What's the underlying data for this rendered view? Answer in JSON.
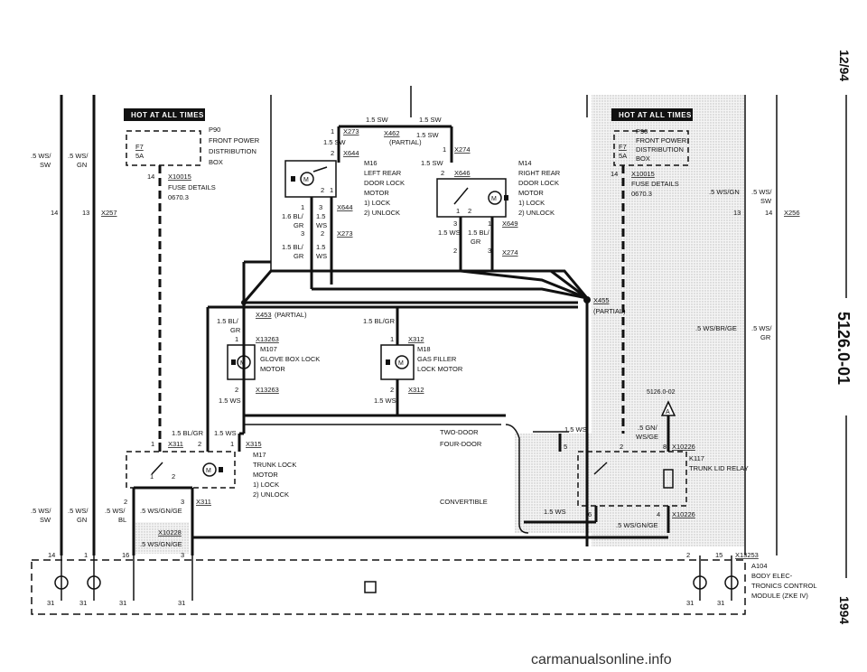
{
  "header": {
    "hot_left": "HOT AT ALL TIMES",
    "hot_right": "HOT AT ALL TIMES"
  },
  "side": {
    "date": "12/94",
    "page": "5126.0-01",
    "year": "1994"
  },
  "left_fuse": {
    "f7": "F7",
    "amp": "5A",
    "p90": "P90",
    "l1": "FRONT POWER",
    "l2": "DISTRIBUTION",
    "l3": "BOX",
    "pin": "14",
    "conn": "X10015",
    "fd": "FUSE DETAILS",
    "fdp": "0670.3"
  },
  "right_fuse": {
    "p90": "P90",
    "l1": "FRONT POWER",
    "l2": "DISTRIBUTION",
    "l3": "BOX",
    "f7": "F7",
    "amp": "5A",
    "pin": "14",
    "conn": "X10015",
    "fd": "FUSE DETAILS",
    "fdp": "0670.3"
  },
  "left_wires": {
    "w1a": ".5 WS/",
    "w1b": "SW",
    "w2a": ".5 WS/",
    "w2b": "GN",
    "p14": "14",
    "p13": "13",
    "conn": "X257"
  },
  "right_wires": {
    "w1": ".5 WS/GN",
    "w2a": ".5 WS/",
    "w2b": "SW",
    "p13": "13",
    "p14": "14",
    "conn": "X256"
  },
  "top": {
    "sw1": "1.5 SW",
    "sw2": "1.5 SW",
    "sw3": "1.5 SW",
    "sw4": "1.5 SW",
    "sw5": "1.5 SW",
    "x273": "X273",
    "x462": "X462",
    "partial": "(PARTIAL)",
    "p1": "1",
    "p2": "2",
    "p1b": "1",
    "p2b": "2",
    "x644": "X644",
    "x274": "X274",
    "x646": "X646"
  },
  "m16": {
    "name": "M16",
    "l1": "LEFT REAR",
    "l2": "DOOR LOCK",
    "l3": "MOTOR",
    "o1": "1)  LOCK",
    "o2": "2)  UNLOCK",
    "p1": "1",
    "p3": "3",
    "p2": "2",
    "p2b": "2",
    "p1b": "1",
    "c1": "X644",
    "c2": "X273",
    "w1a": "1.6 BL/",
    "w1b": "GR",
    "w2a": "1.5",
    "w2b": "WS",
    "w3a": "1.5 BL/",
    "w3b": "GR",
    "w4a": "1.5",
    "w4b": "WS"
  },
  "m14": {
    "name": "M14",
    "l1": "RIGHT REAR",
    "l2": "DOOR LOCK",
    "l3": "MOTOR",
    "o1": "1)  LOCK",
    "o2": "2)  UNLOCK",
    "p1": "1",
    "p2": "2",
    "p3": "3",
    "p1b": "1",
    "p2b": "2",
    "p3b": "3",
    "c1": "X649",
    "c2": "X274",
    "w1": "1.5 WS",
    "w2a": "1.5 BL/",
    "w2b": "GR"
  },
  "x455": {
    "name": "X455",
    "partial": "(PARTIAL)"
  },
  "m107": {
    "conn_top": "X453",
    "partial": "(PARTIAL)",
    "w1a": "1.5 BL/",
    "w1b": "GR",
    "p1": "1",
    "c1": "X13263",
    "name": "M107",
    "l1": "GLOVE BOX LOCK",
    "l2": "MOTOR",
    "p2": "2",
    "c2": "X13263",
    "w2": "1.5 WS"
  },
  "m18": {
    "w1": "1.5 BL/GR",
    "p1": "1",
    "c1": "X312",
    "name": "M18",
    "l1": "GAS FILLER",
    "l2": "LOCK MOTOR",
    "p2": "2",
    "c2": "X312",
    "w2": "1.5 WS"
  },
  "right_side": {
    "w1": ".5 WS/BR/GE",
    "w2a": ".5 WS/",
    "w2b": "GR",
    "ref": "5126.0-02",
    "arrow": "A",
    "gn1": ".5 GN/",
    "gn2": "WS/GE",
    "ws": "1.5 WS",
    "p5": "5",
    "p2": "2",
    "p8": "8",
    "c1": "X10226",
    "k": "K117",
    "kl": "TRUNK LID RELAY",
    "p6": "6",
    "p4": "4",
    "c2": "X10226",
    "ws2": "1.5 WS",
    "wsgnge": ".5 WS/GN/GE",
    "p2b": "2",
    "p15": "15",
    "c3": "X13253"
  },
  "variants": {
    "two": "TWO-DOOR",
    "four": "FOUR-DOOR",
    "conv": "CONVERTIBLE"
  },
  "m17": {
    "w1": "1.5 BL/GR",
    "w2": "1.5 WS",
    "p1": "1",
    "c1": "X311",
    "p2": "2",
    "p1b": "1",
    "c2": "X315",
    "name": "M17",
    "l1": "TRUNK LOCK",
    "l2": "MOTOR",
    "o1": "1)  LOCK",
    "o2": "2)  UNLOCK",
    "in1": "1",
    "in2": "2",
    "p2c": "2",
    "p3": "3",
    "c3": "X311",
    "wsgnge": ".5 WS/GN/GE",
    "c4": "X10228",
    "w4": ".5 WS/GN/GE",
    "p16": "16",
    "p3b": "3"
  },
  "bottom_left": {
    "w1a": ".5 WS/",
    "w1b": "SW",
    "w2a": ".5 WS/",
    "w2b": "GN",
    "w3a": ".5 WS/",
    "w3b": "BL",
    "p14": "14",
    "p1": "1",
    "g1": "31",
    "g2": "31",
    "g3": "31",
    "g4": "31"
  },
  "a104": {
    "name": "A104",
    "l1": "BODY ELEC-",
    "l2": "TRONICS CONTROL",
    "l3": "MODULE (ZKE IV)",
    "g1": "31",
    "g2": "31"
  },
  "watermark": "carmanualsonline.info"
}
